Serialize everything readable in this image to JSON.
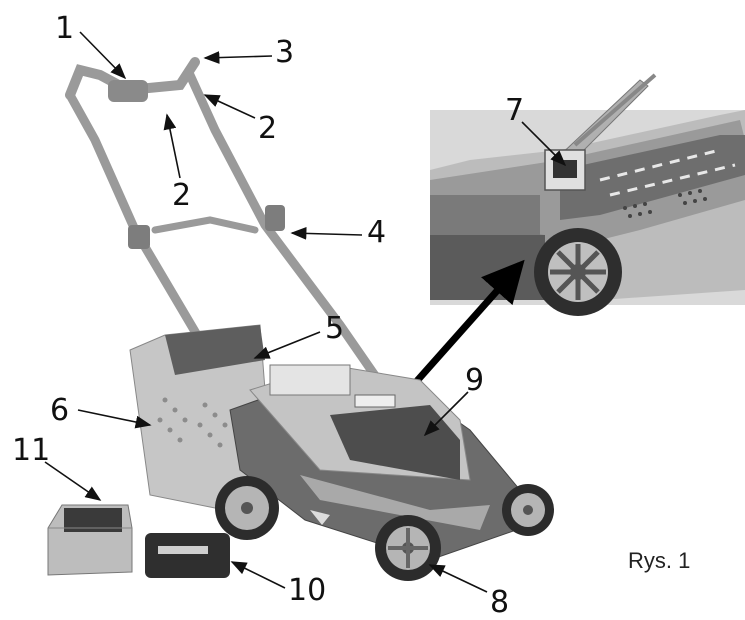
{
  "diagram": {
    "caption": "Rys. 1",
    "callouts": [
      {
        "id": "1",
        "label": "1"
      },
      {
        "id": "2a",
        "label": "2"
      },
      {
        "id": "2b",
        "label": "2"
      },
      {
        "id": "3",
        "label": "3"
      },
      {
        "id": "4",
        "label": "4"
      },
      {
        "id": "5",
        "label": "5"
      },
      {
        "id": "6",
        "label": "6"
      },
      {
        "id": "7",
        "label": "7"
      },
      {
        "id": "8",
        "label": "8"
      },
      {
        "id": "9",
        "label": "9"
      },
      {
        "id": "10",
        "label": "10"
      },
      {
        "id": "11",
        "label": "11"
      }
    ]
  }
}
